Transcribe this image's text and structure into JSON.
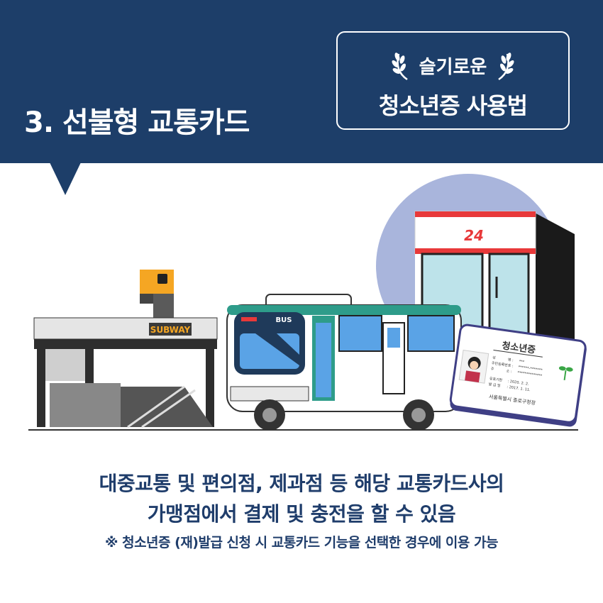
{
  "header": {
    "section_title": "3. 선불형 교통카드",
    "badge_subtitle": "슬기로운",
    "badge_title": "청소년증 사용법"
  },
  "illustration": {
    "subway_sign": "SUBWAY",
    "bus_sign": "BUS",
    "store_number": "24",
    "card": {
      "title": "청소년증",
      "name_label": "성",
      "name_label2": "명 :",
      "name_value": "***",
      "id_label": "주민등록번호 :",
      "id_value": "******-*******",
      "addr_label": "주",
      "addr_label2": "소 :",
      "addr_value": "**************",
      "valid_label": "유효기한",
      "valid_value": ": 2020. 2. 2.",
      "issue_label": "발 급 일",
      "issue_value": ": 2017. 1. 11.",
      "issuer": "서울특별시 종로구청장"
    }
  },
  "description": {
    "line1": "대중교통 및 편의점, 제과점 등 해당 교통카드사의",
    "line2": "가맹점에서 결제 및 충전을 할 수 있음",
    "note": "※ 청소년증 (재)발급 신청 시 교통카드 기능을 선택한 경우에 이용 가능"
  },
  "colors": {
    "navy": "#1d3e69",
    "bus_green": "#2e9c8a",
    "store_red": "#e8393a",
    "circle_blue": "#a9b5dc"
  }
}
